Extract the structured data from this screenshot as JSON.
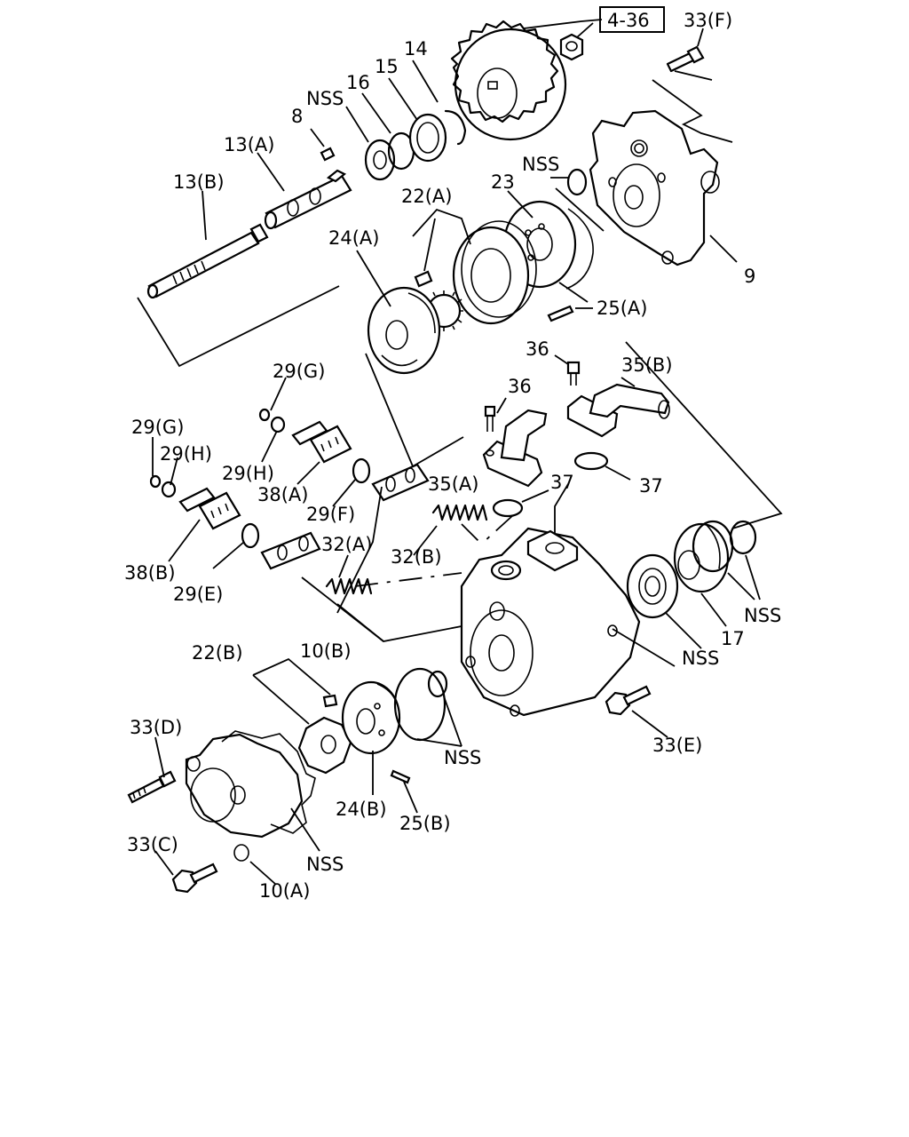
{
  "ref": "4-36",
  "labels": {
    "p33f": "33(F)",
    "p14": "14",
    "p15": "15",
    "p16": "16",
    "nss1": "NSS",
    "p8": "8",
    "p13a": "13(A)",
    "p13b": "13(B)",
    "nss2": "NSS",
    "p23": "23",
    "p22a": "22(A)",
    "p24a": "24(A)",
    "p9": "9",
    "p25a": "25(A)",
    "p29g1": "29(G)",
    "p36a": "36",
    "p35b": "35(B)",
    "p36b": "36",
    "p29g2": "29(G)",
    "p29h1": "29(H)",
    "p29h2": "29(H)",
    "p38a": "38(A)",
    "p35a": "35(A)",
    "p37a": "37",
    "p37b": "37",
    "p29f": "29(F)",
    "p38b": "38(B)",
    "p32a": "32(A)",
    "p32b": "32(B)",
    "p29e": "29(E)",
    "nss3": "NSS",
    "p17": "17",
    "nss4": "NSS",
    "p10b": "10(B)",
    "p22b": "22(B)",
    "p33d": "33(D)",
    "nss5": "NSS",
    "p33e": "33(E)",
    "p24b": "24(B)",
    "p25b": "25(B)",
    "p33c": "33(C)",
    "nss6": "NSS",
    "p10a": "10(A)"
  }
}
